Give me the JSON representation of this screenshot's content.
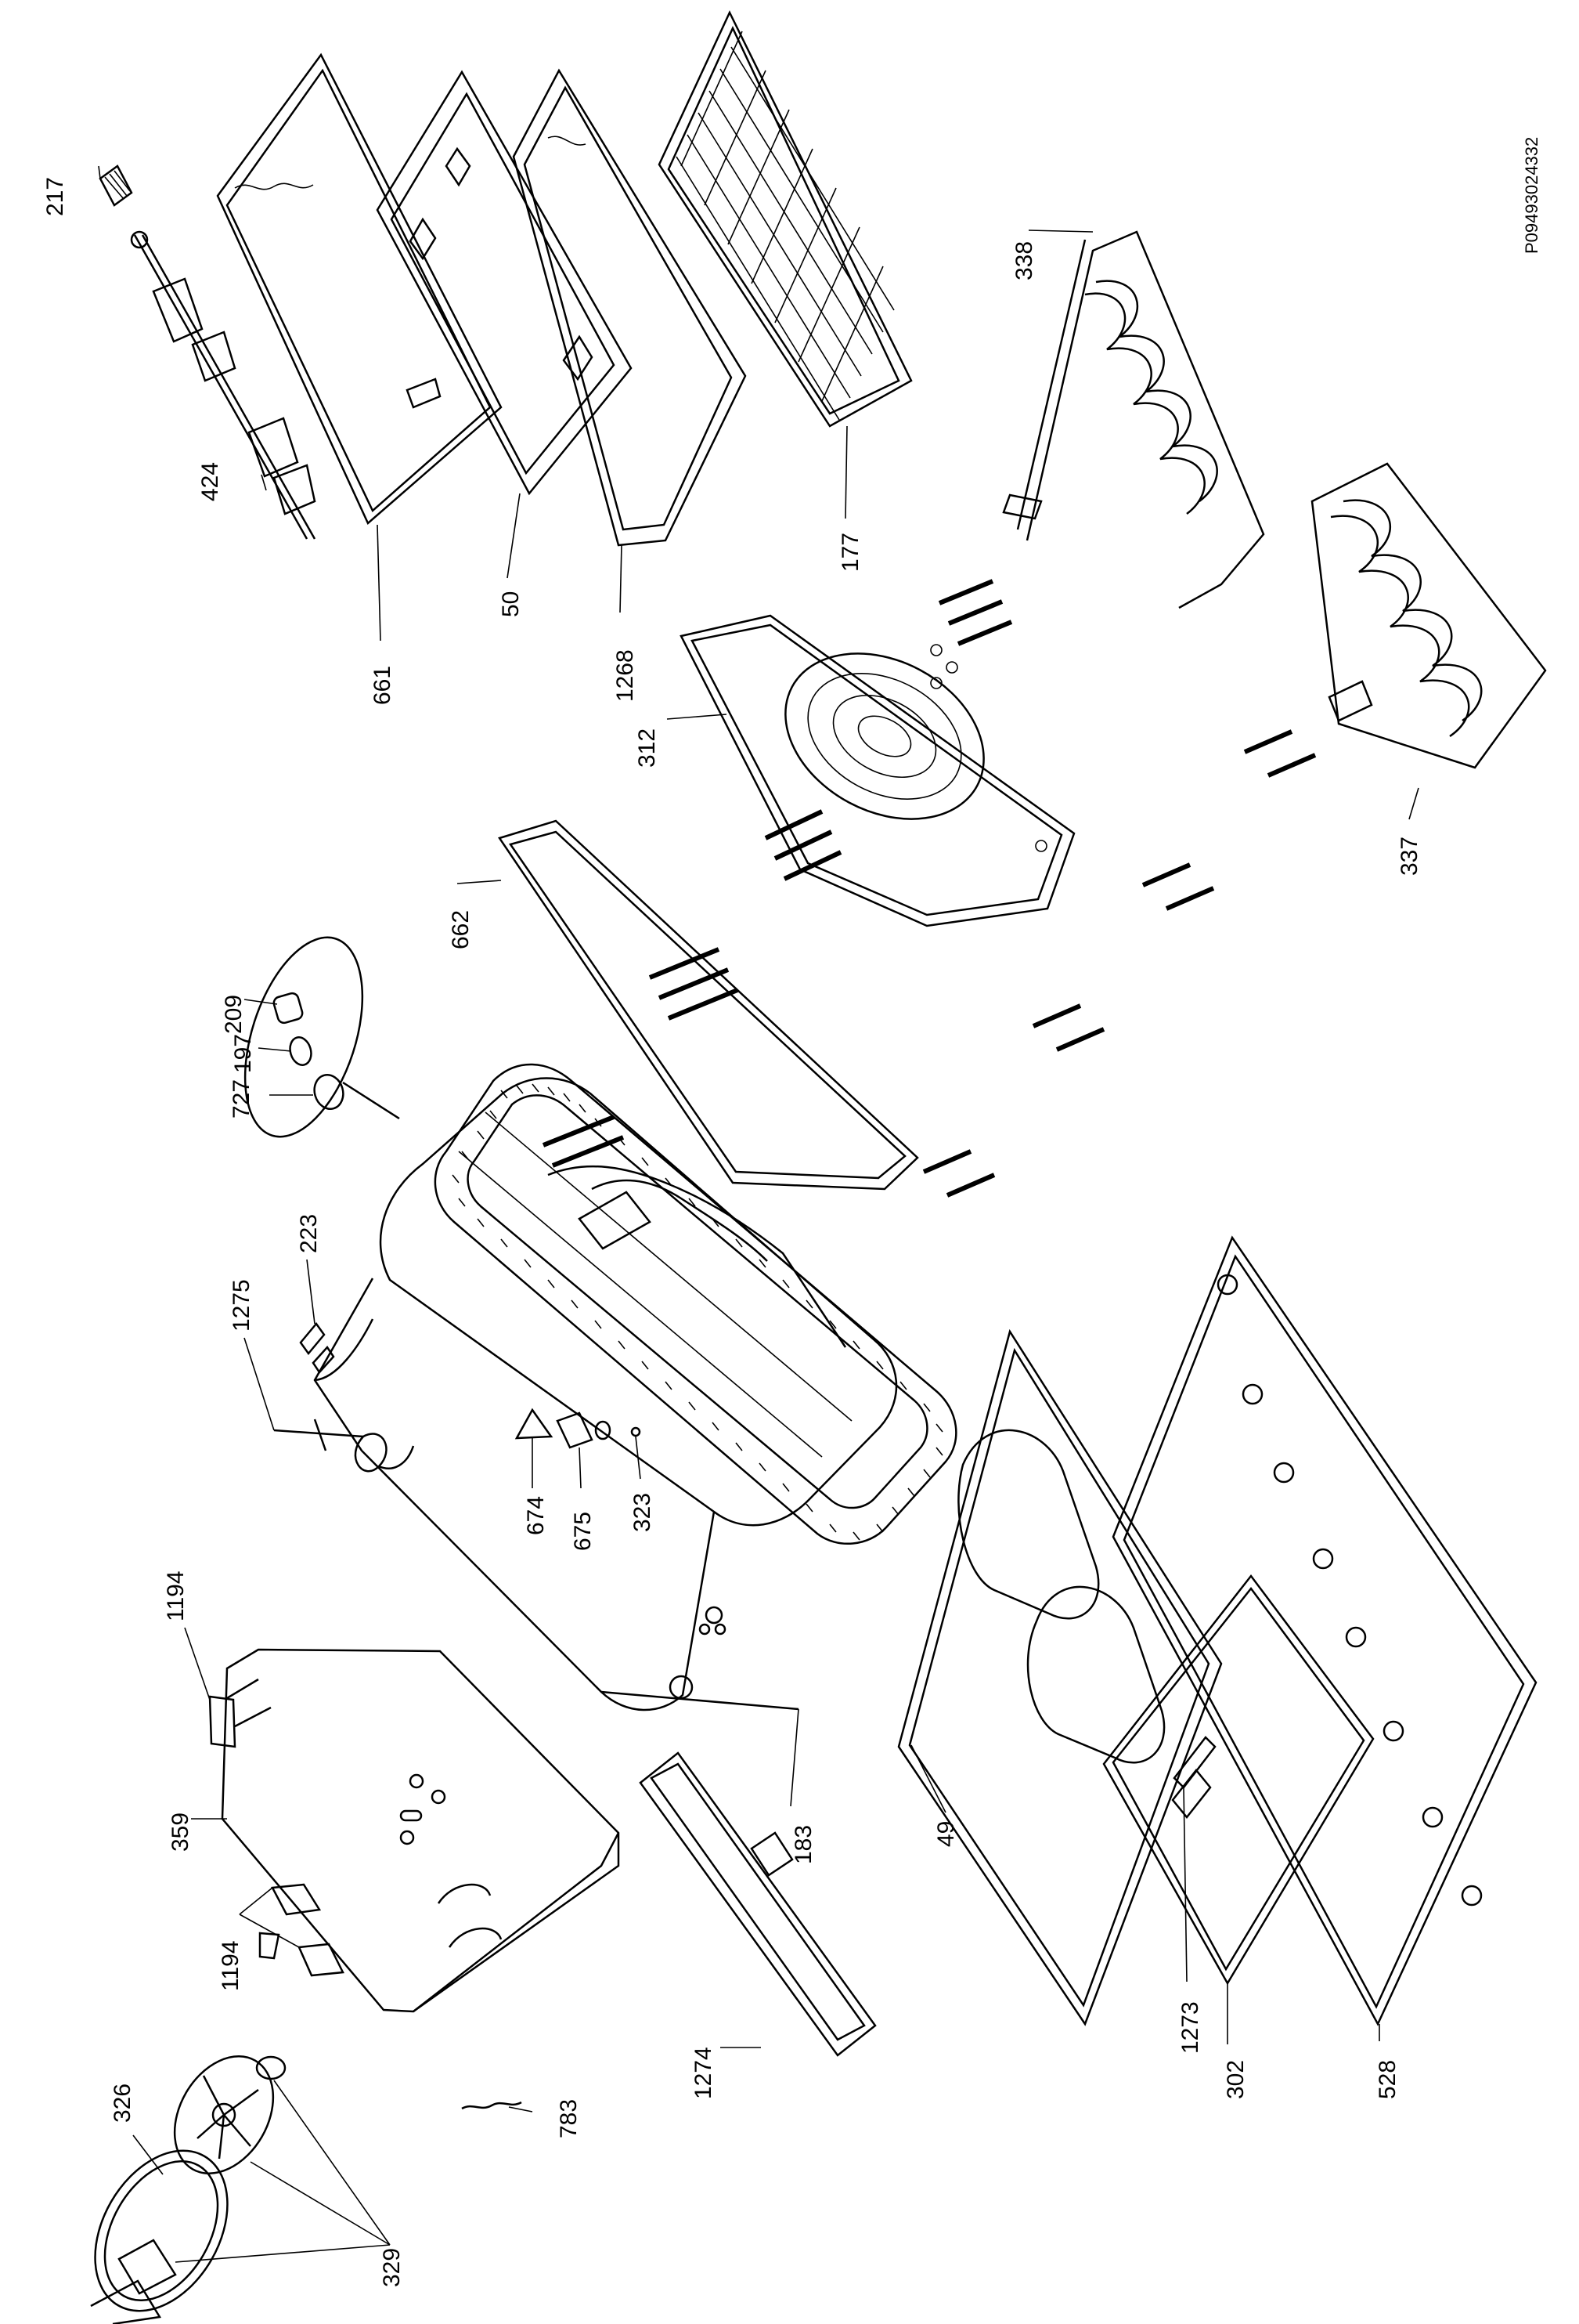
{
  "drawing_code": "P09493024332",
  "callouts": [
    {
      "id": "217",
      "label": "217"
    },
    {
      "id": "424",
      "label": "424"
    },
    {
      "id": "661",
      "label": "661"
    },
    {
      "id": "50",
      "label": "50"
    },
    {
      "id": "1268",
      "label": "1268"
    },
    {
      "id": "177",
      "label": "177"
    },
    {
      "id": "338",
      "label": "338"
    },
    {
      "id": "312",
      "label": "312"
    },
    {
      "id": "337",
      "label": "337"
    },
    {
      "id": "662",
      "label": "662"
    },
    {
      "id": "209",
      "label": "209"
    },
    {
      "id": "197",
      "label": "197"
    },
    {
      "id": "727",
      "label": "727"
    },
    {
      "id": "223",
      "label": "223"
    },
    {
      "id": "1275",
      "label": "1275"
    },
    {
      "id": "674",
      "label": "674"
    },
    {
      "id": "675",
      "label": "675"
    },
    {
      "id": "323",
      "label": "323"
    },
    {
      "id": "1194a",
      "label": "1194"
    },
    {
      "id": "359",
      "label": "359"
    },
    {
      "id": "1194b",
      "label": "1194"
    },
    {
      "id": "183",
      "label": "183"
    },
    {
      "id": "49",
      "label": "49"
    },
    {
      "id": "1274",
      "label": "1274"
    },
    {
      "id": "326",
      "label": "326"
    },
    {
      "id": "783",
      "label": "783"
    },
    {
      "id": "329",
      "label": "329"
    },
    {
      "id": "1273",
      "label": "1273"
    },
    {
      "id": "302",
      "label": "302"
    },
    {
      "id": "528",
      "label": "528"
    }
  ]
}
